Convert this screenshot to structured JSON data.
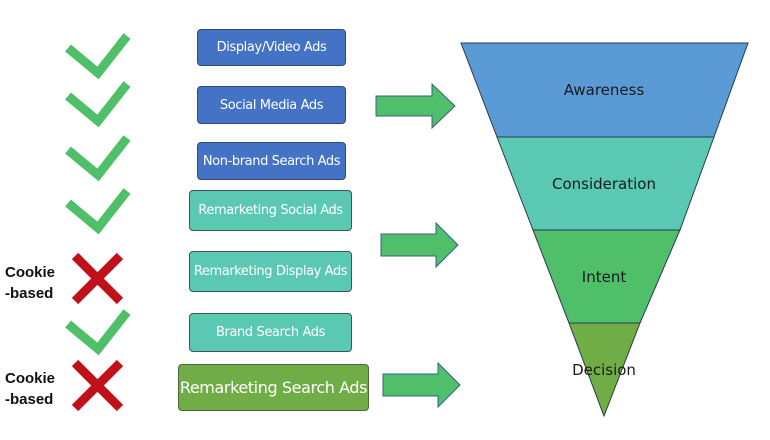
{
  "colors": {
    "check": "#4fbf6a",
    "cross": "#c0111b",
    "arrow": "#4fbf6a",
    "arrow_border": "#3a5f8a",
    "awareness": "#5b9bd5",
    "consideration": "#5bc8b4",
    "intent": "#4fbf6a",
    "decision": "#70ad47"
  },
  "rows": [
    {
      "status": "check",
      "channel": "Display/Video Ads",
      "style": "blue",
      "note": null
    },
    {
      "status": "check",
      "channel": "Social Media Ads",
      "style": "blue",
      "note": null
    },
    {
      "status": "check",
      "channel": "Non-brand Search Ads",
      "style": "blue",
      "note": null
    },
    {
      "status": "check",
      "channel": "Remarketing Social Ads",
      "style": "teal",
      "note": null
    },
    {
      "status": "cross",
      "channel": "Remarketing Display Ads",
      "style": "teal",
      "note": {
        "line1": "Cookie",
        "line2": "-based"
      }
    },
    {
      "status": "check",
      "channel": "Brand Search Ads",
      "style": "teal",
      "note": null
    },
    {
      "status": "cross",
      "channel": "Remarketing Search Ads",
      "style": "green",
      "note": {
        "line1": "Cookie",
        "line2": "-based"
      }
    }
  ],
  "funnel": {
    "stages": [
      {
        "label": "Awareness"
      },
      {
        "label": "Consideration"
      },
      {
        "label": "Intent"
      },
      {
        "label": "Decision"
      }
    ]
  },
  "arrows": [
    {
      "from_group": "blue",
      "to_stage": "Awareness"
    },
    {
      "from_group": "teal",
      "to_stage": "Consideration"
    },
    {
      "from_group": "green",
      "to_stage": "Decision"
    }
  ]
}
